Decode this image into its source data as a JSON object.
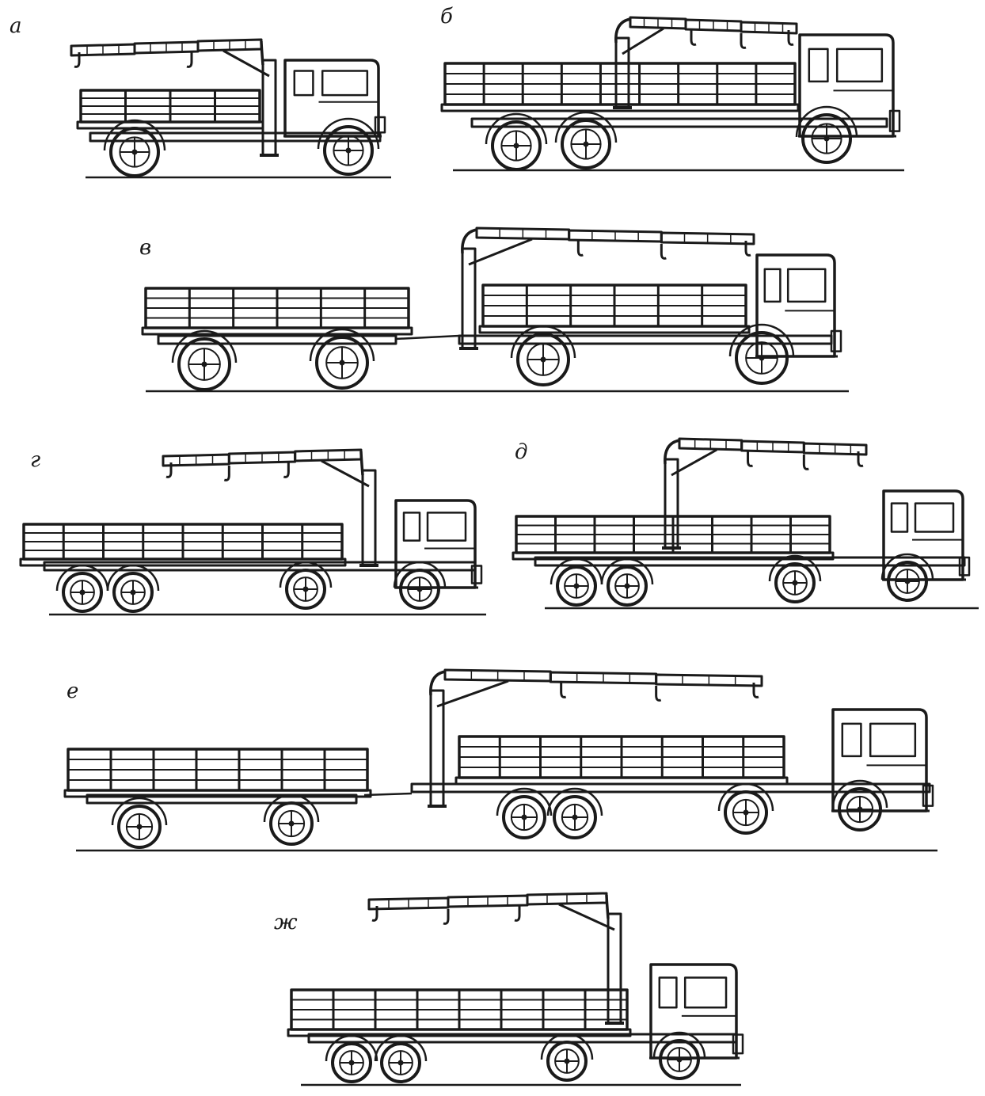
{
  "figure": {
    "panels": [
      {
        "id": "a",
        "label": "а",
        "type": "truck-with-crane-behind-cab"
      },
      {
        "id": "b",
        "label": "б",
        "type": "three-axle-truck-with-crane-mid"
      },
      {
        "id": "v",
        "label": "в",
        "type": "truck-with-crane-and-trailer"
      },
      {
        "id": "g",
        "label": "г",
        "type": "tractor-semitrailer-crane-front"
      },
      {
        "id": "d",
        "label": "д",
        "type": "tractor-semitrailer-crane-on-trailer"
      },
      {
        "id": "e",
        "label": "е",
        "type": "tractor-semitrailer-crane-rear-with-trailer"
      },
      {
        "id": "zh",
        "label": "ж",
        "type": "tractor-semitrailer-crane-behind-cab"
      }
    ],
    "line_color": "#1a1a1a",
    "background": "#ffffff"
  }
}
